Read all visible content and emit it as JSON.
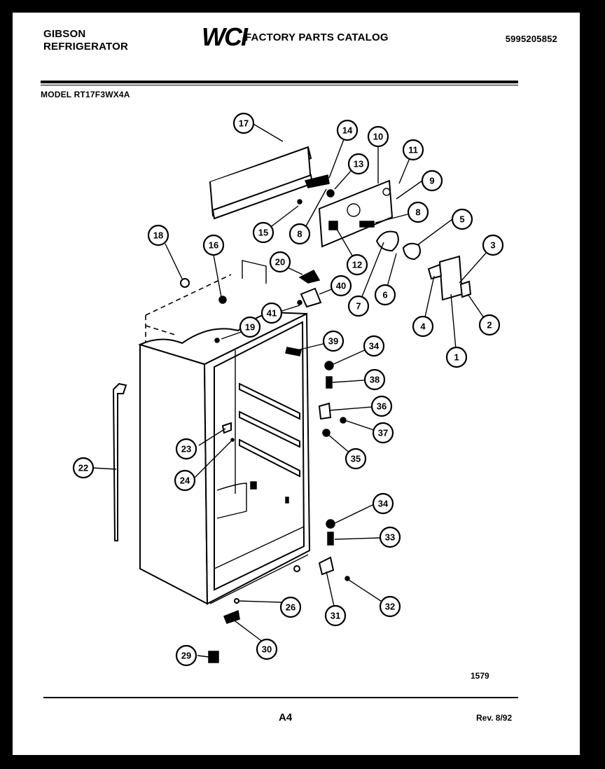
{
  "header": {
    "brand_line1": "GIBSON",
    "brand_line2": "REFRIGERATOR",
    "logo": "WCI",
    "catalog_title": "FACTORY PARTS CATALOG",
    "part_number": "5995205852",
    "model": "MODEL RT17F3WX4A"
  },
  "footer": {
    "figure_number": "1579",
    "page": "A4",
    "revision": "Rev. 8/92"
  },
  "callouts": [
    "1",
    "2",
    "3",
    "4",
    "5",
    "6",
    "7",
    "8",
    "8",
    "9",
    "10",
    "11",
    "12",
    "13",
    "14",
    "15",
    "16",
    "17",
    "18",
    "19",
    "20",
    "22",
    "23",
    "24",
    "26",
    "29",
    "30",
    "31",
    "32",
    "33",
    "34",
    "34",
    "35",
    "36",
    "37",
    "38",
    "39",
    "40",
    "41"
  ]
}
